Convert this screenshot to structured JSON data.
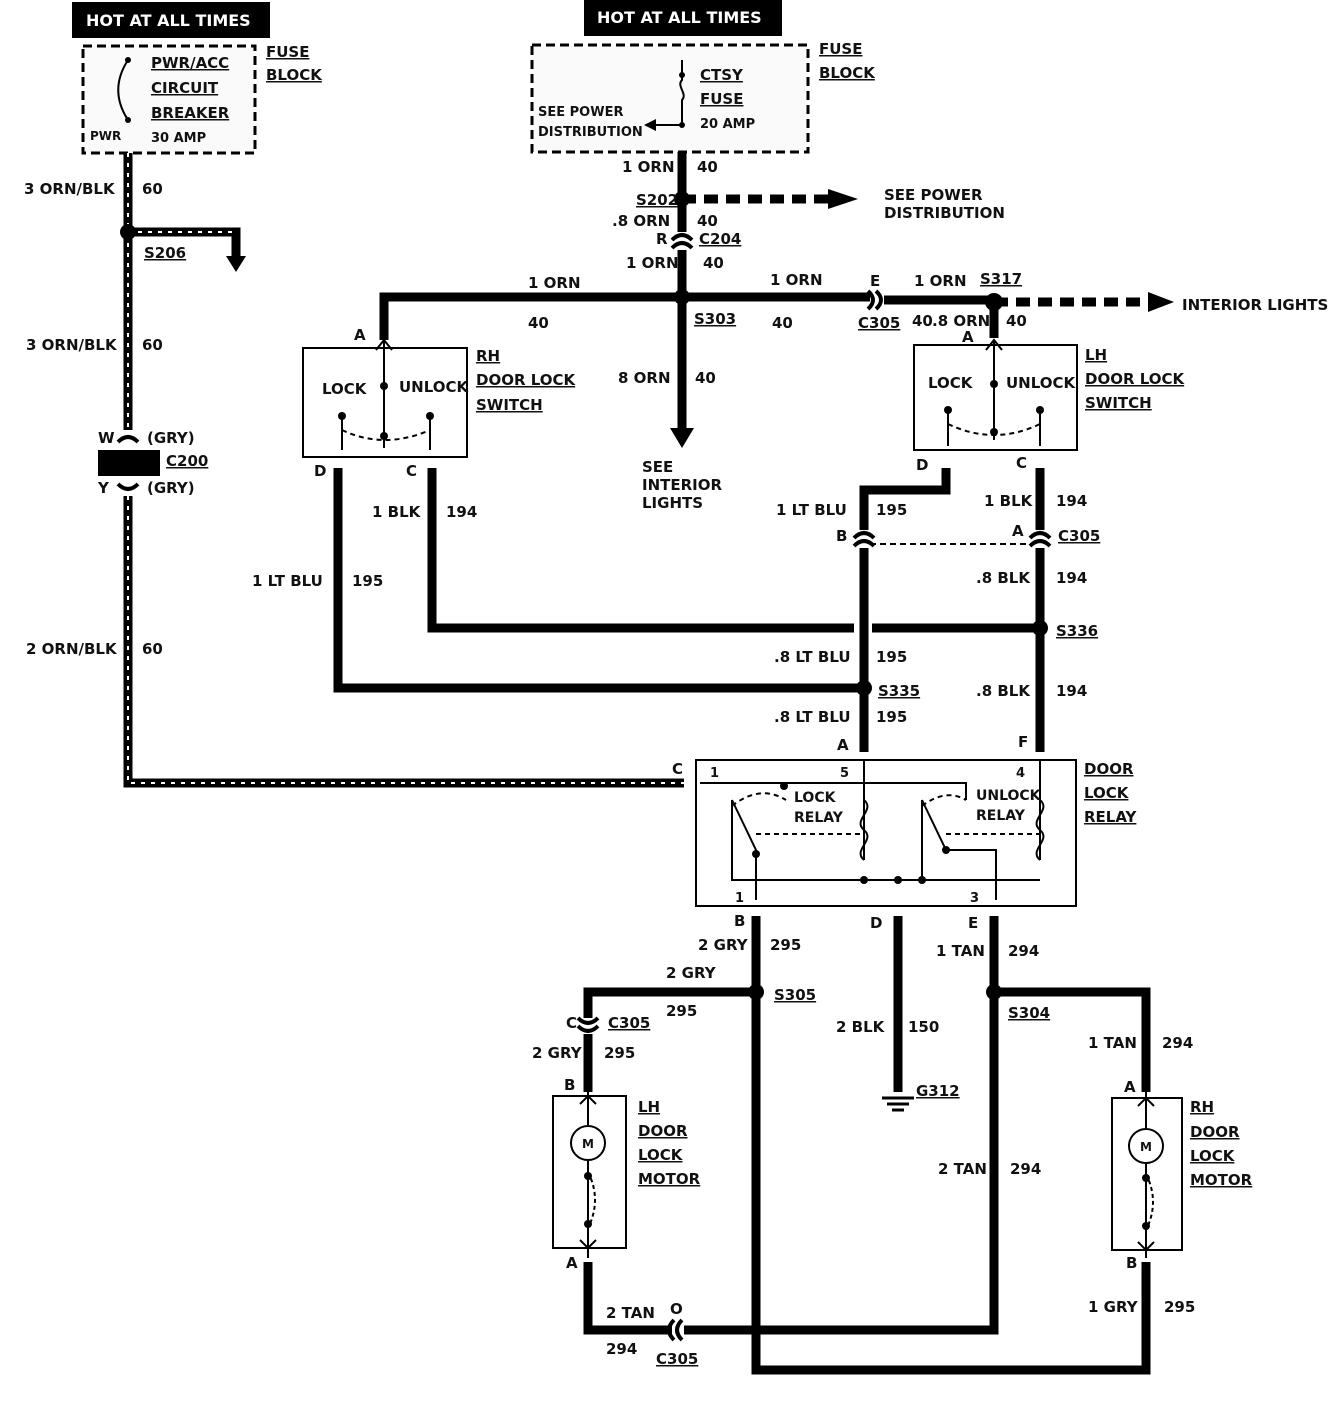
{
  "headers": {
    "left": "HOT AT ALL TIMES",
    "center": "HOT AT ALL TIMES"
  },
  "fuse_block": {
    "label_1": "FUSE",
    "label_2": "BLOCK"
  },
  "breaker": {
    "line1": "PWR/ACC",
    "line2": "CIRCUIT",
    "line3": "BREAKER",
    "pin": "PWR",
    "rating": "30 AMP"
  },
  "fuse": {
    "line1": "CTSY",
    "line2": "FUSE",
    "rating": "20 AMP",
    "see1": "SEE POWER",
    "see2": "DISTRIBUTION"
  },
  "power_dist": {
    "line1": "SEE POWER",
    "line2": "DISTRIBUTION"
  },
  "interior_lights": {
    "right": "INTERIOR LIGHTS",
    "down1": "SEE",
    "down2": "INTERIOR",
    "down3": "LIGHTS"
  },
  "rh_switch": {
    "l1": "RH",
    "l2": "DOOR LOCK",
    "l3": "SWITCH",
    "lock": "LOCK",
    "unlock": "UNLOCK"
  },
  "lh_switch": {
    "l1": "LH",
    "l2": "DOOR LOCK",
    "l3": "SWITCH",
    "lock": "LOCK",
    "unlock": "UNLOCK"
  },
  "relay": {
    "l1": "DOOR",
    "l2": "LOCK",
    "l3": "RELAY",
    "lock1": "LOCK",
    "lock2": "RELAY",
    "unlock1": "UNLOCK",
    "unlock2": "RELAY"
  },
  "lh_motor": {
    "l1": "LH",
    "l2": "DOOR",
    "l3": "LOCK",
    "l4": "MOTOR",
    "m": "M"
  },
  "rh_motor": {
    "l1": "RH",
    "l2": "DOOR",
    "l3": "LOCK",
    "l4": "MOTOR",
    "m": "M"
  },
  "splices": {
    "s206": "S206",
    "s202": "S202",
    "s303": "S303",
    "s317": "S317",
    "s336": "S336",
    "s335": "S335",
    "s305": "S305",
    "s304": "S304",
    "g312": "G312"
  },
  "connectors": {
    "c204": "C204",
    "c305": "C305",
    "c200": "C200"
  },
  "wires": {
    "orn_blk_3": "3 ORN/BLK",
    "orn_blk_2": "2 ORN/BLK",
    "n60": "60",
    "orn_1": "1 ORN",
    "orn_08": ".8 ORN",
    "orn_8": "8 ORN",
    "n40": "40",
    "blk_1": "1 BLK",
    "blk_08": ".8 BLK",
    "blk_2": "2 BLK",
    "n194": "194",
    "n150": "150",
    "ltblu_1": "1 LT BLU",
    "ltblu_08": ".8 LT BLU",
    "n195": "195",
    "gry_2": "2 GRY",
    "gry_1": "1 GRY",
    "n295": "295",
    "tan_1": "1 TAN",
    "tan_2": "2 TAN",
    "n294": "294",
    "gry_paren": "(GRY)"
  },
  "pins": {
    "A": "A",
    "B": "B",
    "C": "C",
    "D": "D",
    "E": "E",
    "F": "F",
    "R": "R",
    "W": "W",
    "Y": "Y",
    "O": "O",
    "p1": "1",
    "p3": "3",
    "p4": "4",
    "p5": "5"
  }
}
